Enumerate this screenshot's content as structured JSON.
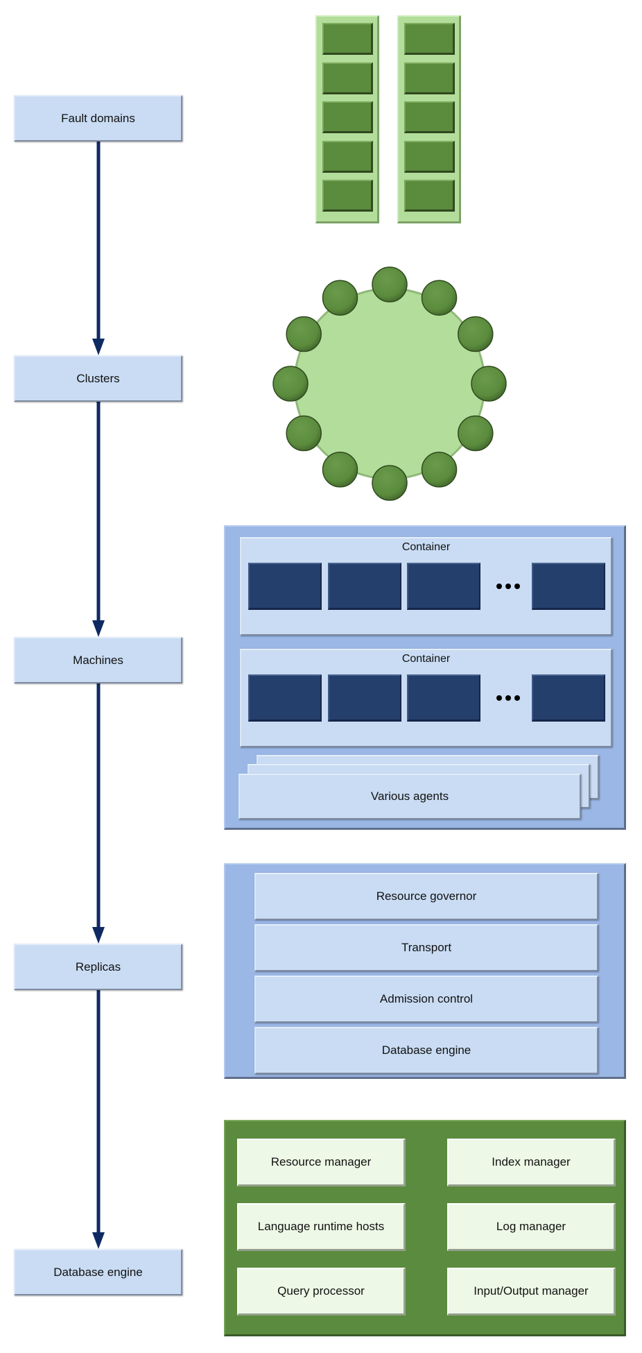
{
  "hierarchy": {
    "levels": [
      {
        "label": "Fault domains"
      },
      {
        "label": "Clusters"
      },
      {
        "label": "Machines"
      },
      {
        "label": "Replicas"
      },
      {
        "label": "Database engine"
      }
    ]
  },
  "fault_domains": {
    "racks": 2,
    "slots_per_rack": 5
  },
  "cluster": {
    "nodes": 12
  },
  "machines": {
    "containers": [
      {
        "label": "Container",
        "ellipsis": "•••",
        "blocks": 4
      },
      {
        "label": "Container",
        "ellipsis": "•••",
        "blocks": 4
      }
    ],
    "agents_label": "Various agents"
  },
  "replicas": {
    "layers": [
      {
        "label": "Resource governor"
      },
      {
        "label": "Transport"
      },
      {
        "label": "Admission control"
      },
      {
        "label": "Database engine"
      }
    ]
  },
  "database_engine": {
    "components": [
      {
        "label": "Resource manager"
      },
      {
        "label": "Index manager"
      },
      {
        "label": "Language runtime hosts"
      },
      {
        "label": "Log manager"
      },
      {
        "label": "Query processor"
      },
      {
        "label": "Input/Output manager"
      }
    ]
  },
  "colors": {
    "arrow": "#0f2a63",
    "level_box": "#c9dcf3",
    "panel_blue": "#9bb7e6",
    "panel_green": "#5b8b3e",
    "rack": "#b3dd9a",
    "node": "#5b8b3d",
    "navy_block": "#253f6c"
  }
}
